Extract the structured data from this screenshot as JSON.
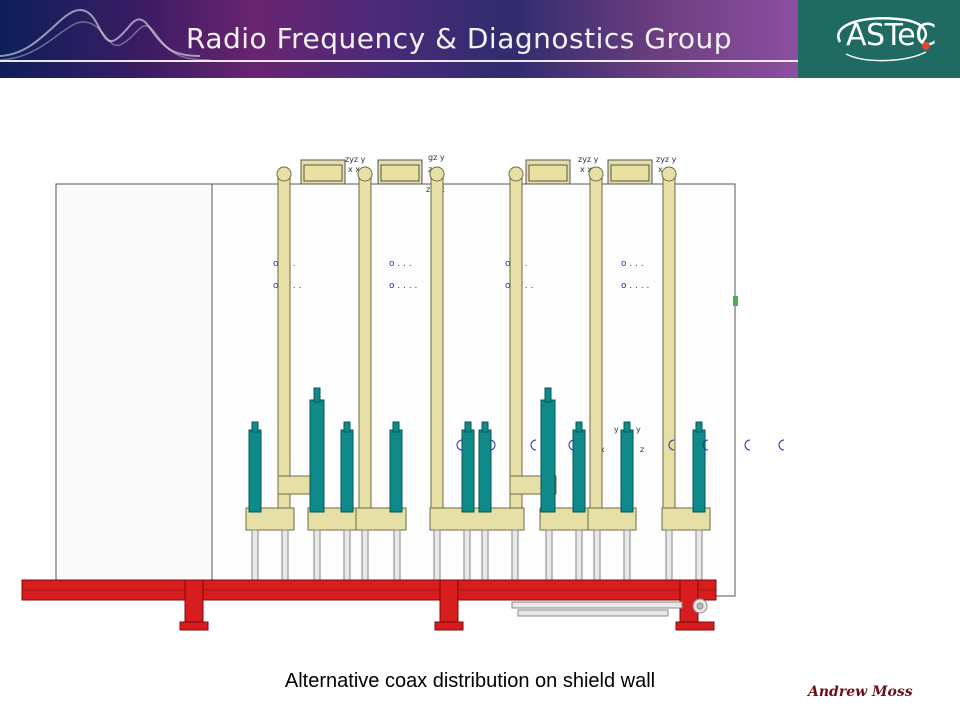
{
  "header": {
    "title": "Radio Frequency & Diagnostics Group",
    "logo_text": "ASTeC",
    "colors": {
      "banner": "#3b1c63",
      "logo_bg": "#1f6b61",
      "logo_dot": "#e8442b"
    }
  },
  "diagram": {
    "colors": {
      "coax": "#e6e0a6",
      "coax_edge": "#6e6a40",
      "connector": "#0f8a8a",
      "frame": "#d71d1d",
      "panel": "#fafafa"
    }
  },
  "caption": "Alternative coax distribution on shield wall",
  "author": "Andrew Moss"
}
